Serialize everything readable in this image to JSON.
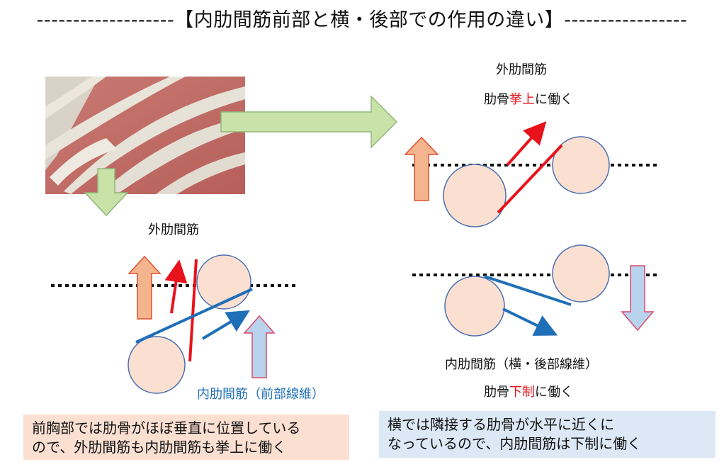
{
  "title": "-------------------【内肋間筋前部と横・後部での作用の違い】-----------------",
  "left": {
    "external_label": "外肋間筋",
    "internal_label": "内肋間筋（前部線維）",
    "caption_line1": "前胸部では肋骨がほぼ垂直に位置している",
    "caption_line2": "ので、外肋間筋も内肋間筋も挙上に働く"
  },
  "right_top": {
    "line1": "外肋間筋",
    "line2_pre": "肋骨",
    "line2_em": "挙上",
    "line2_post": "に働く"
  },
  "right_bottom": {
    "line1": "内肋間筋（横・後部線維）",
    "line2_pre": "肋骨",
    "line2_em": "下制",
    "line2_post": "に働く",
    "caption_line1": "横では隣接する肋骨が水平に近くに",
    "caption_line2": "なっているので、内肋間筋は下制に働く"
  },
  "colors": {
    "circle_fill": "#fbe0d2",
    "circle_stroke": "#4a6fb0",
    "red_line": "#e8121b",
    "blue_line": "#1f6fb8",
    "green_arrow": "#c9e2a7",
    "orange_arrow": "#f4b48e",
    "lightblue_arrow": "#b9d3ee"
  }
}
